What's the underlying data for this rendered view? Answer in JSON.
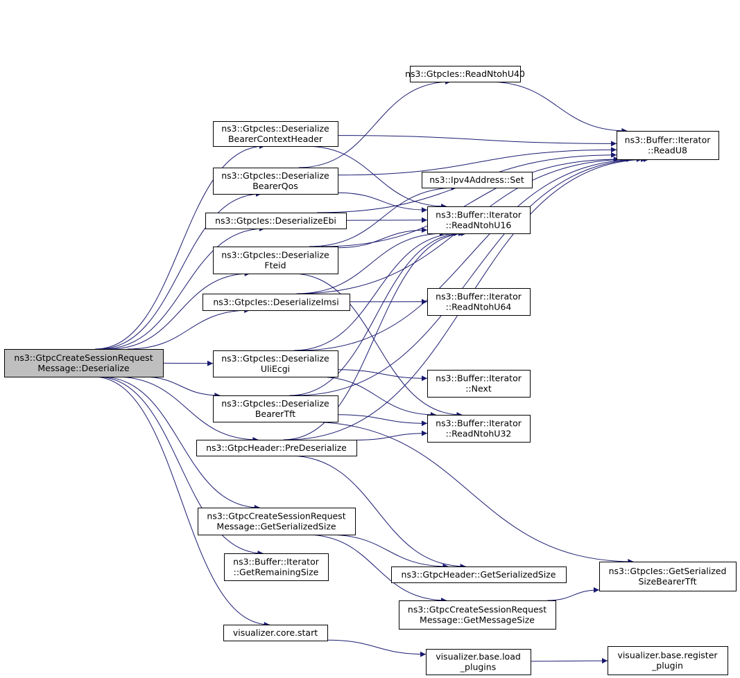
{
  "nodes": [
    {
      "id": "root",
      "lines": [
        "ns3::GtpcCreateSessionRequest",
        "Message::Deserialize"
      ],
      "root": true
    },
    {
      "id": "des_bch",
      "lines": [
        "ns3::GtpcIes::Deserialize",
        "BearerContextHeader"
      ]
    },
    {
      "id": "des_bqos",
      "lines": [
        "ns3::GtpcIes::Deserialize",
        "BearerQos"
      ]
    },
    {
      "id": "des_ebi",
      "lines": [
        "ns3::GtpcIes::DeserializeEbi"
      ]
    },
    {
      "id": "des_fteid",
      "lines": [
        "ns3::GtpcIes::Deserialize",
        "Fteid"
      ]
    },
    {
      "id": "des_imsi",
      "lines": [
        "ns3::GtpcIes::DeserializeImsi"
      ]
    },
    {
      "id": "des_uli",
      "lines": [
        "ns3::GtpcIes::Deserialize",
        "UliEcgi"
      ]
    },
    {
      "id": "des_tft",
      "lines": [
        "ns3::GtpcIes::Deserialize",
        "BearerTft"
      ]
    },
    {
      "id": "pre_des",
      "lines": [
        "ns3::GtpcHeader::PreDeserialize"
      ]
    },
    {
      "id": "gss",
      "lines": [
        "ns3::GtpcCreateSessionRequest",
        "Message::GetSerializedSize"
      ]
    },
    {
      "id": "grs",
      "lines": [
        "ns3::Buffer::Iterator",
        "::GetRemainingSize"
      ]
    },
    {
      "id": "vcs",
      "lines": [
        "visualizer.core.start"
      ]
    },
    {
      "id": "rn40",
      "lines": [
        "ns3::GtpcIes::ReadNtohU40"
      ]
    },
    {
      "id": "ipv4set",
      "lines": [
        "ns3::Ipv4Address::Set"
      ]
    },
    {
      "id": "rn16",
      "lines": [
        "ns3::Buffer::Iterator",
        "::ReadNtohU16"
      ]
    },
    {
      "id": "rn64",
      "lines": [
        "ns3::Buffer::Iterator",
        "::ReadNtohU64"
      ]
    },
    {
      "id": "next",
      "lines": [
        "ns3::Buffer::Iterator",
        "::Next"
      ]
    },
    {
      "id": "rn32",
      "lines": [
        "ns3::Buffer::Iterator",
        "::ReadNtohU32"
      ]
    },
    {
      "id": "hgss",
      "lines": [
        "ns3::GtpcHeader::GetSerializedSize"
      ]
    },
    {
      "id": "gms",
      "lines": [
        "ns3::GtpcCreateSessionRequest",
        "Message::GetMessageSize"
      ]
    },
    {
      "id": "vblp",
      "lines": [
        "visualizer.base.load",
        "_plugins"
      ]
    },
    {
      "id": "ru8",
      "lines": [
        "ns3::Buffer::Iterator",
        "::ReadU8"
      ]
    },
    {
      "id": "gsbt",
      "lines": [
        "ns3::GtpcIes::GetSerialized",
        "SizeBearerTft"
      ]
    },
    {
      "id": "vbrp",
      "lines": [
        "visualizer.base.register",
        "_plugin"
      ]
    }
  ],
  "edges": [
    [
      "root",
      "des_bch"
    ],
    [
      "root",
      "des_bqos"
    ],
    [
      "root",
      "des_ebi"
    ],
    [
      "root",
      "des_fteid"
    ],
    [
      "root",
      "des_imsi"
    ],
    [
      "root",
      "des_uli"
    ],
    [
      "root",
      "des_tft"
    ],
    [
      "root",
      "pre_des"
    ],
    [
      "root",
      "gss"
    ],
    [
      "root",
      "grs"
    ],
    [
      "root",
      "vcs"
    ],
    [
      "des_bch",
      "ru8"
    ],
    [
      "des_bch",
      "rn16"
    ],
    [
      "des_bqos",
      "ru8"
    ],
    [
      "des_bqos",
      "rn40"
    ],
    [
      "des_bqos",
      "rn16"
    ],
    [
      "des_ebi",
      "ru8"
    ],
    [
      "des_ebi",
      "rn16"
    ],
    [
      "des_fteid",
      "ru8"
    ],
    [
      "des_fteid",
      "ipv4set"
    ],
    [
      "des_fteid",
      "rn16"
    ],
    [
      "des_fteid",
      "rn32"
    ],
    [
      "des_imsi",
      "ru8"
    ],
    [
      "des_imsi",
      "rn16"
    ],
    [
      "des_imsi",
      "rn64"
    ],
    [
      "des_uli",
      "ru8"
    ],
    [
      "des_uli",
      "rn16"
    ],
    [
      "des_uli",
      "next"
    ],
    [
      "des_uli",
      "rn32"
    ],
    [
      "des_tft",
      "ru8"
    ],
    [
      "des_tft",
      "rn16"
    ],
    [
      "des_tft",
      "rn32"
    ],
    [
      "des_tft",
      "gsbt"
    ],
    [
      "pre_des",
      "ru8"
    ],
    [
      "pre_des",
      "rn16"
    ],
    [
      "pre_des",
      "rn32"
    ],
    [
      "pre_des",
      "hgss"
    ],
    [
      "gss",
      "hgss"
    ],
    [
      "gss",
      "gms"
    ],
    [
      "gms",
      "gsbt"
    ],
    [
      "rn40",
      "ru8"
    ],
    [
      "vcs",
      "vblp"
    ],
    [
      "vblp",
      "vbrp"
    ]
  ]
}
